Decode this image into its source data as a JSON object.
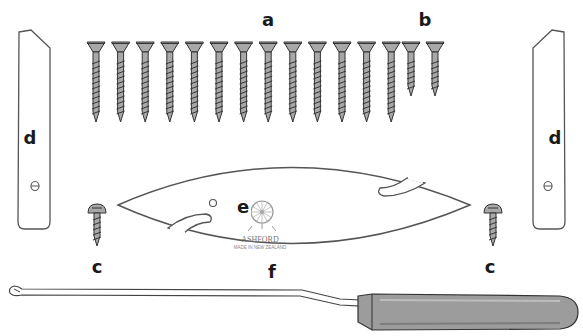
{
  "diagram": {
    "nodes": [
      {
        "text": [
          "e",
          "ASHFORD",
          "MADE IN NEW ZEALAND"
        ]
      }
    ],
    "labels": [
      "a",
      "b",
      "d",
      "d",
      "c",
      "c",
      "f"
    ]
  }
}
